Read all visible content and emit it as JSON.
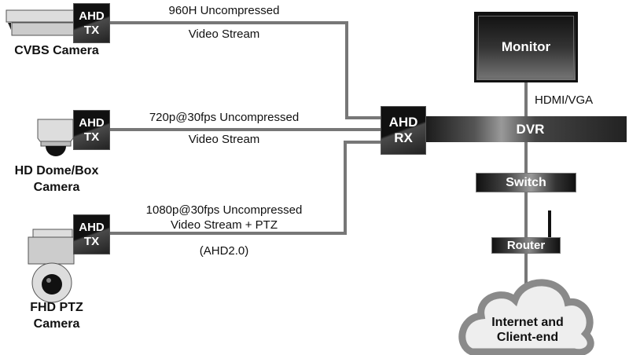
{
  "cameras": [
    {
      "name": "CVBS Camera",
      "tx": {
        "line1": "AHD",
        "line2": "TX"
      },
      "stream": {
        "line1": "960H Uncompressed",
        "line2": "Video Stream"
      }
    },
    {
      "name_line1": "HD Dome/Box",
      "name_line2": "Camera",
      "tx": {
        "line1": "AHD",
        "line2": "TX"
      },
      "stream": {
        "line1": "720p@30fps Uncompressed",
        "line2": "Video Stream"
      }
    },
    {
      "name_line1": "FHD PTZ",
      "name_line2": "Camera",
      "tx": {
        "line1": "AHD",
        "line2": "TX"
      },
      "stream": {
        "line1": "1080p@30fps Uncompressed",
        "line2": "Video Stream + PTZ",
        "note": "(AHD2.0)"
      }
    }
  ],
  "receiver": {
    "line1": "AHD",
    "line2": "RX"
  },
  "dvr": "DVR",
  "monitor": "Monitor",
  "monitor_link": "HDMI/VGA",
  "switch": "Switch",
  "router": "Router",
  "cloud": {
    "line1": "Internet and",
    "line2": "Client-end"
  },
  "colors": {
    "line": "#777777",
    "device": "#222222",
    "cloud_border": "#8a8a8a",
    "cloud_fill": "#eeeeee"
  }
}
